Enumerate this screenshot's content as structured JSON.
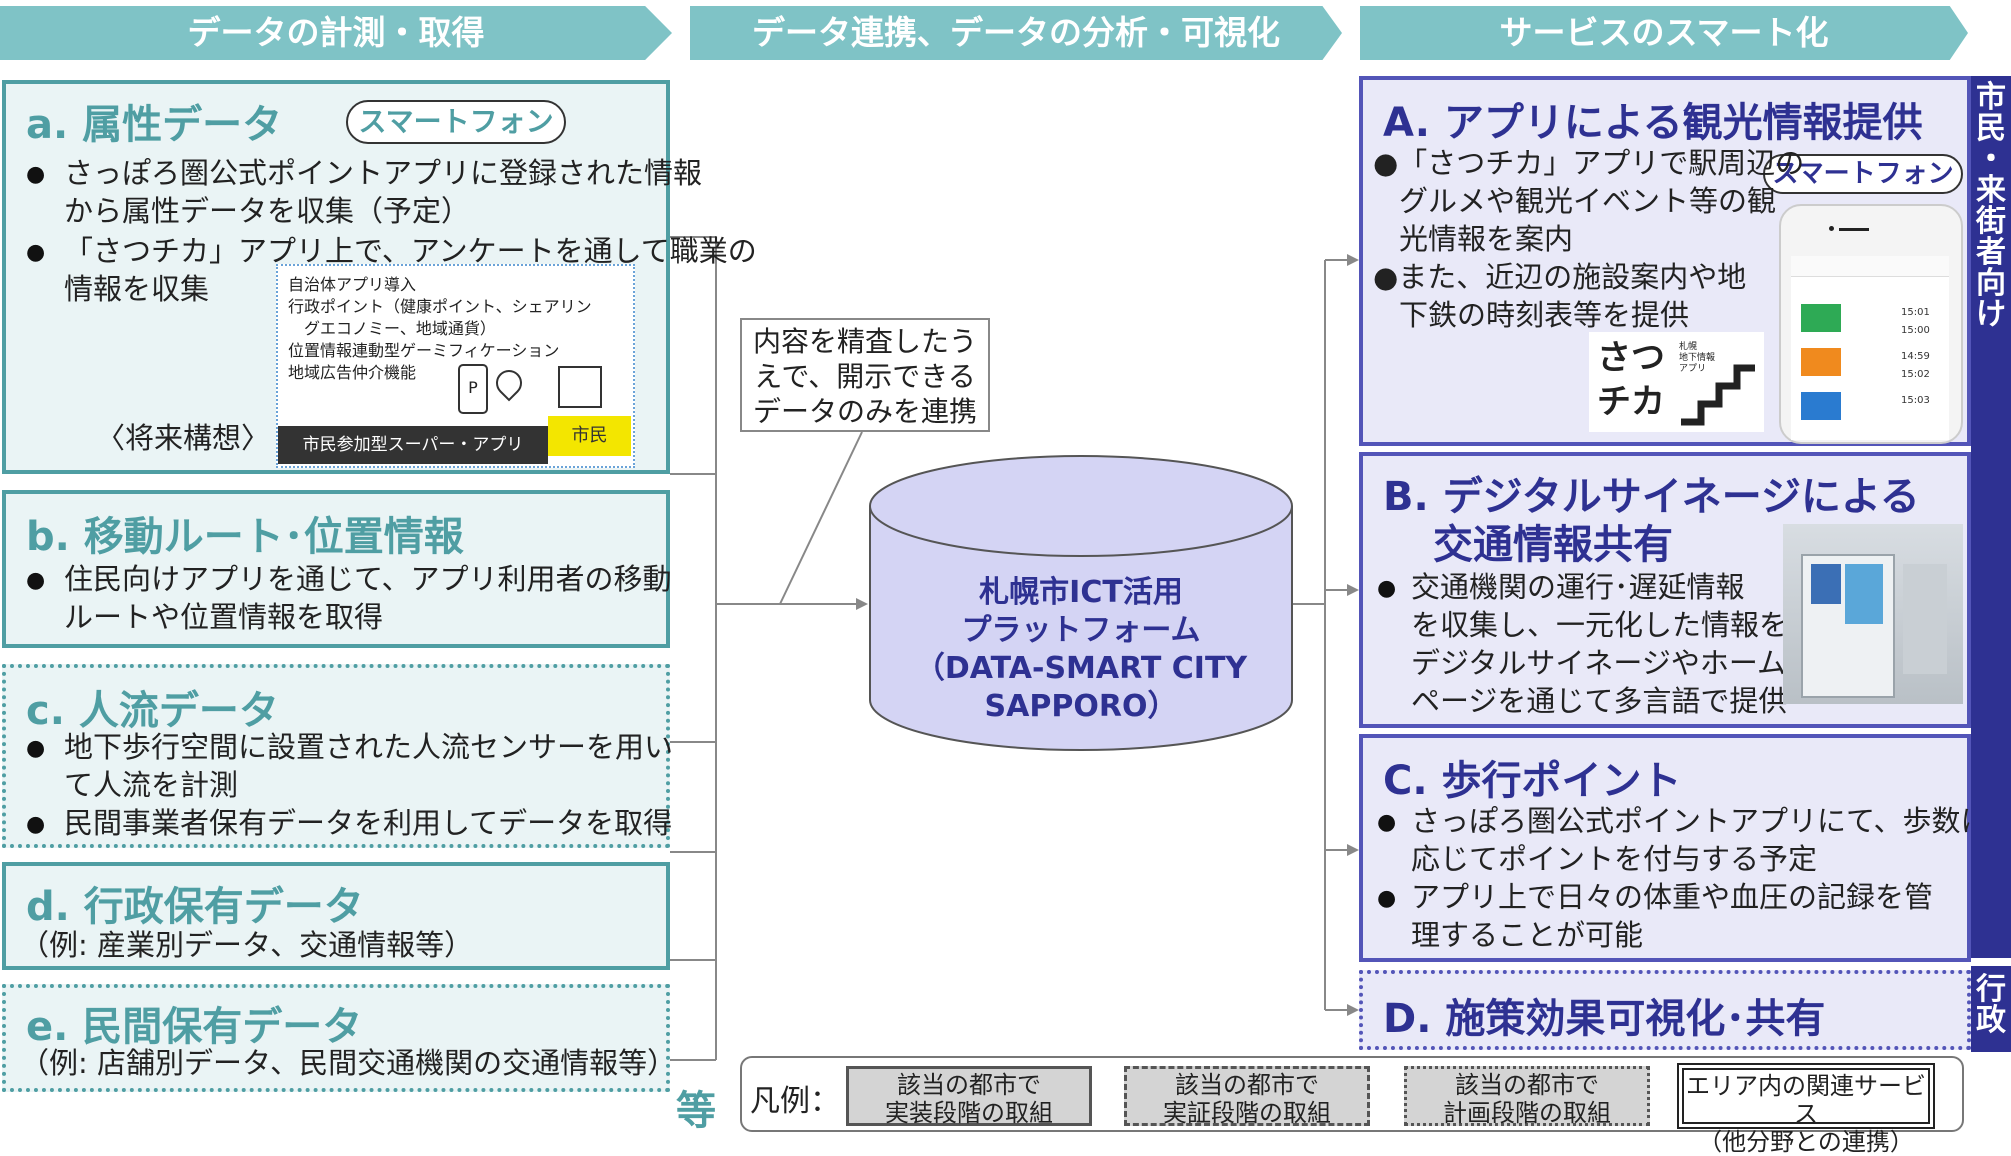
{
  "banners": {
    "left": "データの計測・取得",
    "center": "データ連携、データの分析・可視化",
    "right": "サービスのスマート化"
  },
  "left_boxes": {
    "a": {
      "title": "a. 属性データ",
      "pill": "スマートフォン",
      "bullets": [
        [
          "さっぽろ圏公式ポイントアプリに登録された情報",
          "から属性データを収集（予定）"
        ],
        [
          "「さつチカ」アプリ上で、アンケートを通して職業の",
          "情報を収集"
        ]
      ],
      "future_label": "〈将来構想〉",
      "future_items": [
        "自治体アプリ導入",
        "行政ポイント（健康ポイント、シェアリン",
        "グエコノミー、地域通貨）",
        "位置情報連動型ゲーミフィケーション",
        "地域広告仲介機能"
      ],
      "future_banner": "市民参加型スーパー・アプリ",
      "future_tag": "市民"
    },
    "b": {
      "title": "b. 移動ルート･位置情報",
      "bullets": [
        [
          "住民向けアプリを通じて、アプリ利用者の移動",
          "ルートや位置情報を取得"
        ]
      ]
    },
    "c": {
      "title": "c. 人流データ",
      "bullets": [
        [
          "地下歩行空間に設置された人流センサーを用い",
          "て人流を計測"
        ],
        [
          "民間事業者保有データを利用してデータを取得"
        ]
      ]
    },
    "d": {
      "title": "d. 行政保有データ",
      "note": "（例: 産業別データ、交通情報等）"
    },
    "e": {
      "title": "e. 民間保有データ",
      "note": "（例: 店舗別データ、民間交通機関の交通情報等）"
    },
    "etc": "等"
  },
  "center": {
    "note": [
      "内容を精査したう",
      "えで、開示できる",
      "データのみを連携"
    ],
    "platform": [
      "札幌市ICT活用",
      "プラットフォーム",
      "（DATA-SMART CITY",
      "SAPPORO）"
    ]
  },
  "right_boxes": {
    "A": {
      "title": "A. アプリによる観光情報提供",
      "pill": "スマートフォン",
      "lines": [
        "●「さつチカ」アプリで駅周辺の",
        "グルメや観光イベント等の観",
        "光情報を案内",
        "●また、近辺の施設案内や地",
        "下鉄の時刻表等を提供"
      ],
      "logo": [
        "さつ",
        "チカ"
      ],
      "logo_small": [
        "札幌",
        "地下情報",
        "アプリ"
      ],
      "phone_times": [
        "15:01",
        "15:00",
        "14:59",
        "15:02",
        "15:03"
      ]
    },
    "B": {
      "title": [
        "B. デジタルサイネージによる",
        "交通情報共有"
      ],
      "lines": [
        "交通機関の運行･遅延情報",
        "を収集し、一元化した情報を",
        "デジタルサイネージやホーム",
        "ページを通じて多言語で提供"
      ]
    },
    "C": {
      "title": "C. 歩行ポイント",
      "bullets": [
        [
          "さっぽろ圏公式ポイントアプリにて、歩数に",
          "応じてポイントを付与する予定"
        ],
        [
          "アプリ上で日々の体重や血圧の記録を管",
          "理することが可能"
        ]
      ]
    },
    "D": {
      "title": "D. 施策効果可視化･共有"
    }
  },
  "sidebar": {
    "citizens": [
      "市",
      "民",
      "・",
      "来",
      "街",
      "者",
      "向",
      "け"
    ],
    "admin": [
      "行",
      "政"
    ]
  },
  "legend": {
    "label": "凡例：",
    "items": [
      [
        "該当の都市で",
        "実装段階の取組"
      ],
      [
        "該当の都市で",
        "実証段階の取組"
      ],
      [
        "該当の都市で",
        "計画段階の取組"
      ],
      [
        "エリア内の関連サービス",
        "（他分野との連携）"
      ]
    ]
  },
  "colors": {
    "teal": "#4f9ea3",
    "teal_light": "#7fc3c6",
    "navy": "#2e3192",
    "lavender": "#d4d4f4"
  }
}
